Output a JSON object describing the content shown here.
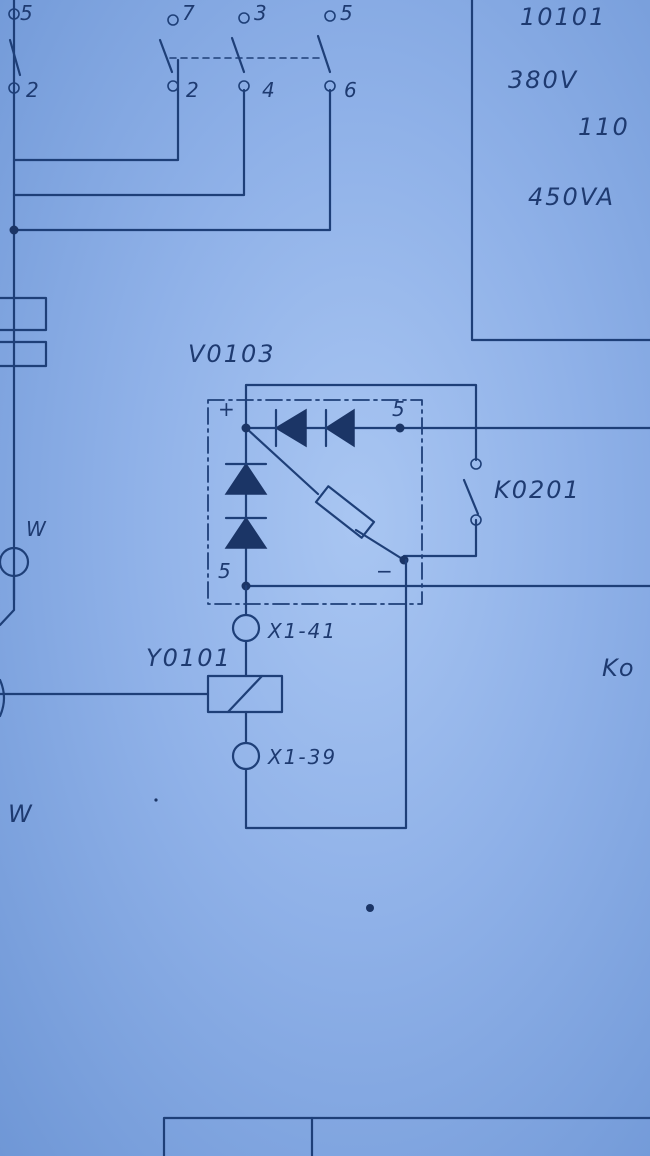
{
  "labels": {
    "top_terminals": [
      "5",
      "7",
      "3",
      "5"
    ],
    "bottom_terminals": [
      "2",
      "2",
      "4",
      "6"
    ],
    "rating_1": "10101",
    "rating_2": "380V",
    "rating_3": "110",
    "rating_4": "450VA",
    "rectifier_ref": "V0103",
    "plus_sign": "+",
    "minus_sign": "−",
    "rectifier_top_pin": "5",
    "rectifier_bottom_pin": "5",
    "contact_ref": "K0201",
    "motor_w": "W",
    "motor_w2": "W",
    "terminal_top": "X1-41",
    "coil_ref": "Y0101",
    "terminal_bottom": "X1-39",
    "edge_label": "Ko"
  },
  "colors": {
    "paper": "#8fb1e8",
    "ink": "#1e3f78"
  }
}
